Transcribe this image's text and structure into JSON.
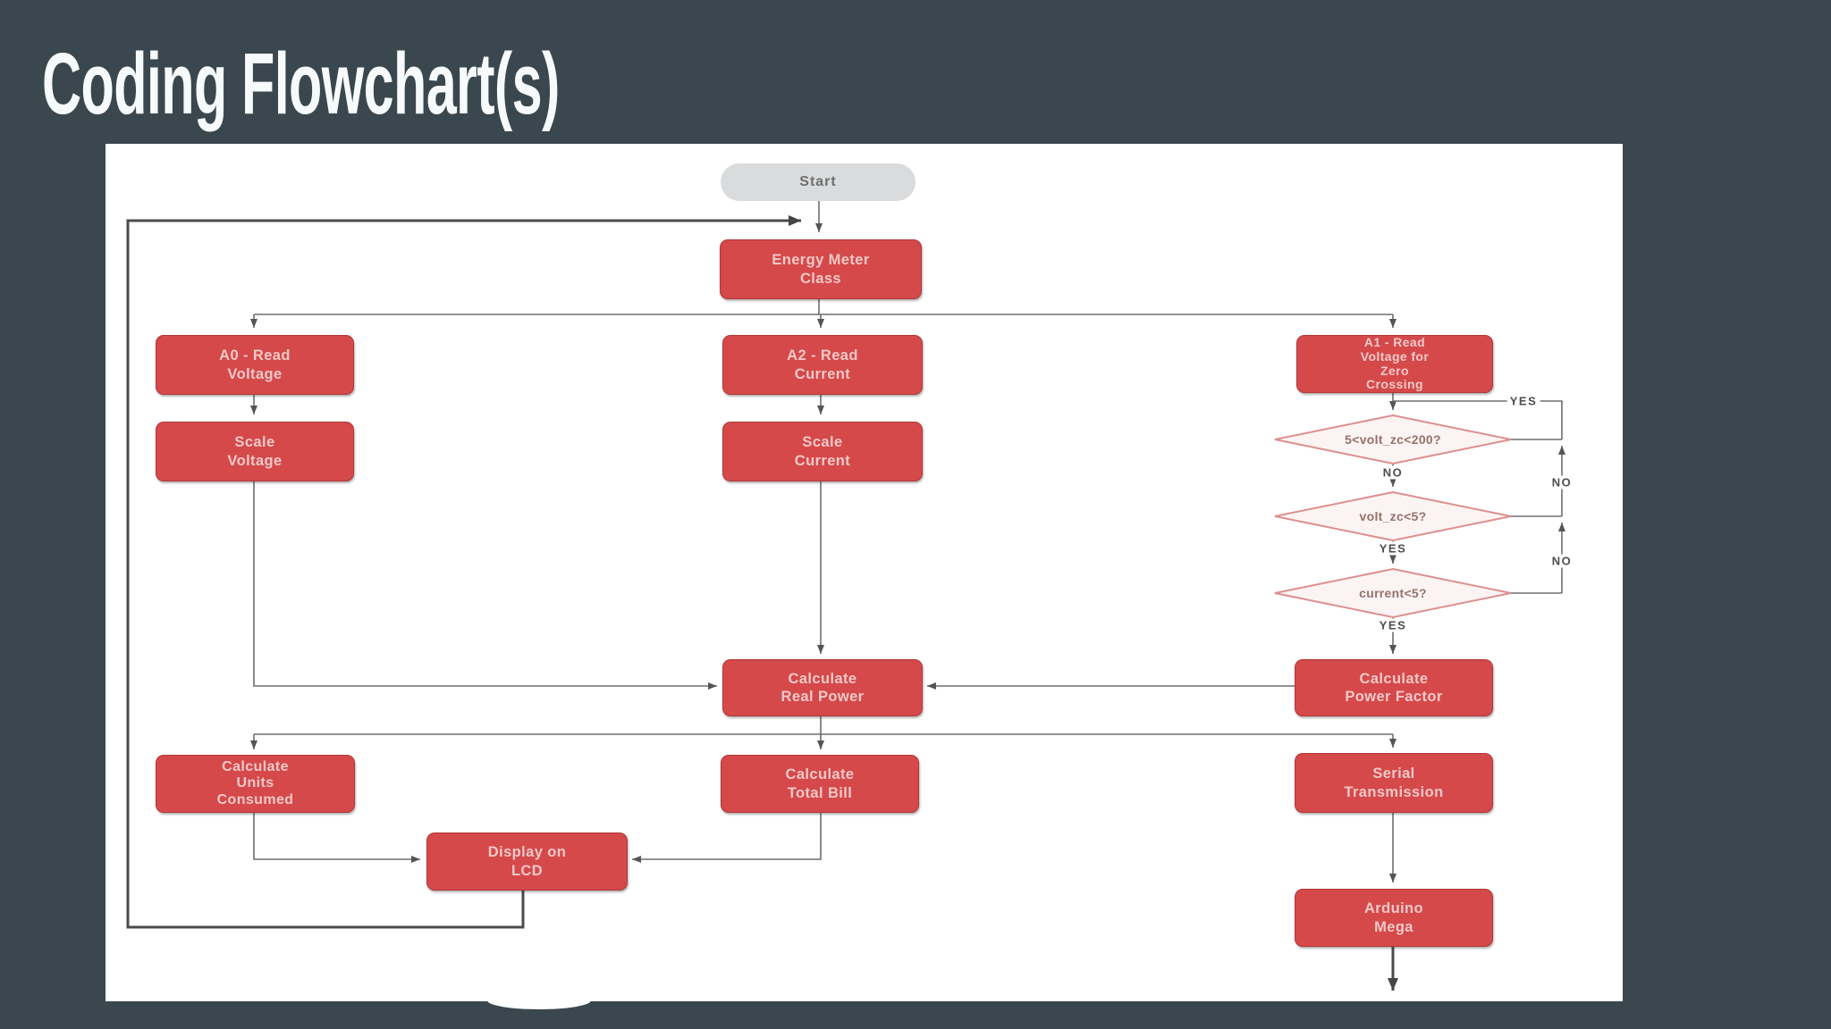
{
  "slide": {
    "title": "Coding Flowchart(s)"
  },
  "colors": {
    "background": "#3A474E",
    "panel": "#FFFFFF",
    "node_fill": "#D5494A",
    "node_text": "#F0C8C8",
    "terminator_fill": "#D9DBDC",
    "terminator_text": "#6F6F6F",
    "diamond_stroke": "#DE8F8F",
    "diamond_text": "#95716D",
    "connector_thin": "#6E6E6E",
    "connector_thick": "#4B4B4B",
    "branch_label_text": "#4E4E4E"
  },
  "flowchart": {
    "nodes": {
      "start": "Start",
      "energy_meter_class": "Energy Meter\nClass",
      "a0_read_voltage": "A0 - Read\nVoltage",
      "scale_voltage": "Scale\nVoltage",
      "a2_read_current": "A2 - Read\nCurrent",
      "scale_current": "Scale\nCurrent",
      "a1_read_voltage_zero_crossing": "A1 - Read\nVoltage for\nZero\nCrossing",
      "calculate_real_power": "Calculate\nReal Power",
      "calculate_power_factor": "Calculate\nPower Factor",
      "calculate_units_consumed": "Calculate\nUnits\nConsumed",
      "calculate_total_bill": "Calculate\nTotal Bill",
      "serial_transmission": "Serial\nTransmission",
      "display_on_lcd": "Display on\nLCD",
      "arduino_mega": "Arduino\nMega"
    },
    "decisions": {
      "volt_zc_range": "5<volt_zc<200?",
      "volt_zc_low": "volt_zc<5?",
      "current_low": "current<5?"
    },
    "branch_labels": {
      "yes_top_loop": "YES",
      "no_after_range_check": "NO",
      "no_right_upper": "NO",
      "yes_after_volt_low": "YES",
      "no_right_lower": "NO",
      "yes_after_current_low": "YES"
    }
  }
}
